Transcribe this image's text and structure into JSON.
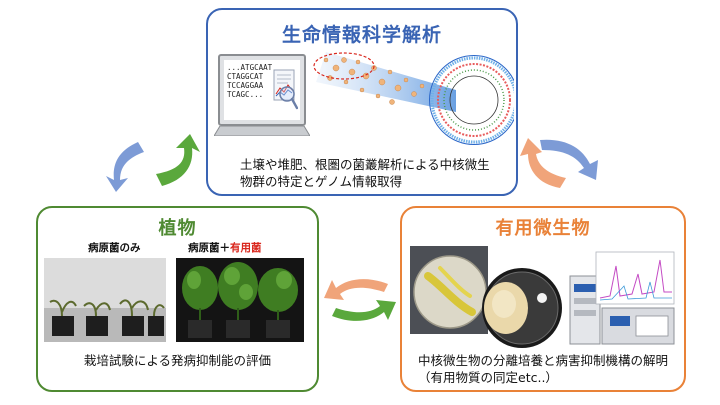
{
  "bioinfo": {
    "title": "生命情報科学解析",
    "description": "土壌や堆肥、根圏の菌叢解析による中核微生物群の特定とゲノム情報取得",
    "sequence": "...ATGCAAT\nCTAGGCAT\nTCCAGGAA\nTCAGC..."
  },
  "plant": {
    "title": "植物",
    "photo_label_control": "病原菌のみ",
    "photo_label_treated_prefix": "病原菌＋",
    "photo_label_treated_accent": "有用菌",
    "description": "栽培試験による発病抑制能の評価"
  },
  "microbe": {
    "title": "有用微生物",
    "description": "中核微生物の分離培養と病害抑制機構の解明（有用物質の同定etc..）"
  },
  "colors": {
    "bioinfo": "#3a64b4",
    "plant": "#4f8a32",
    "microbe": "#e98238",
    "arrow_blue": "#7d9bd6",
    "arrow_green": "#5aa83c",
    "arrow_orange": "#f0a47a",
    "accent_red": "#d9261c"
  }
}
